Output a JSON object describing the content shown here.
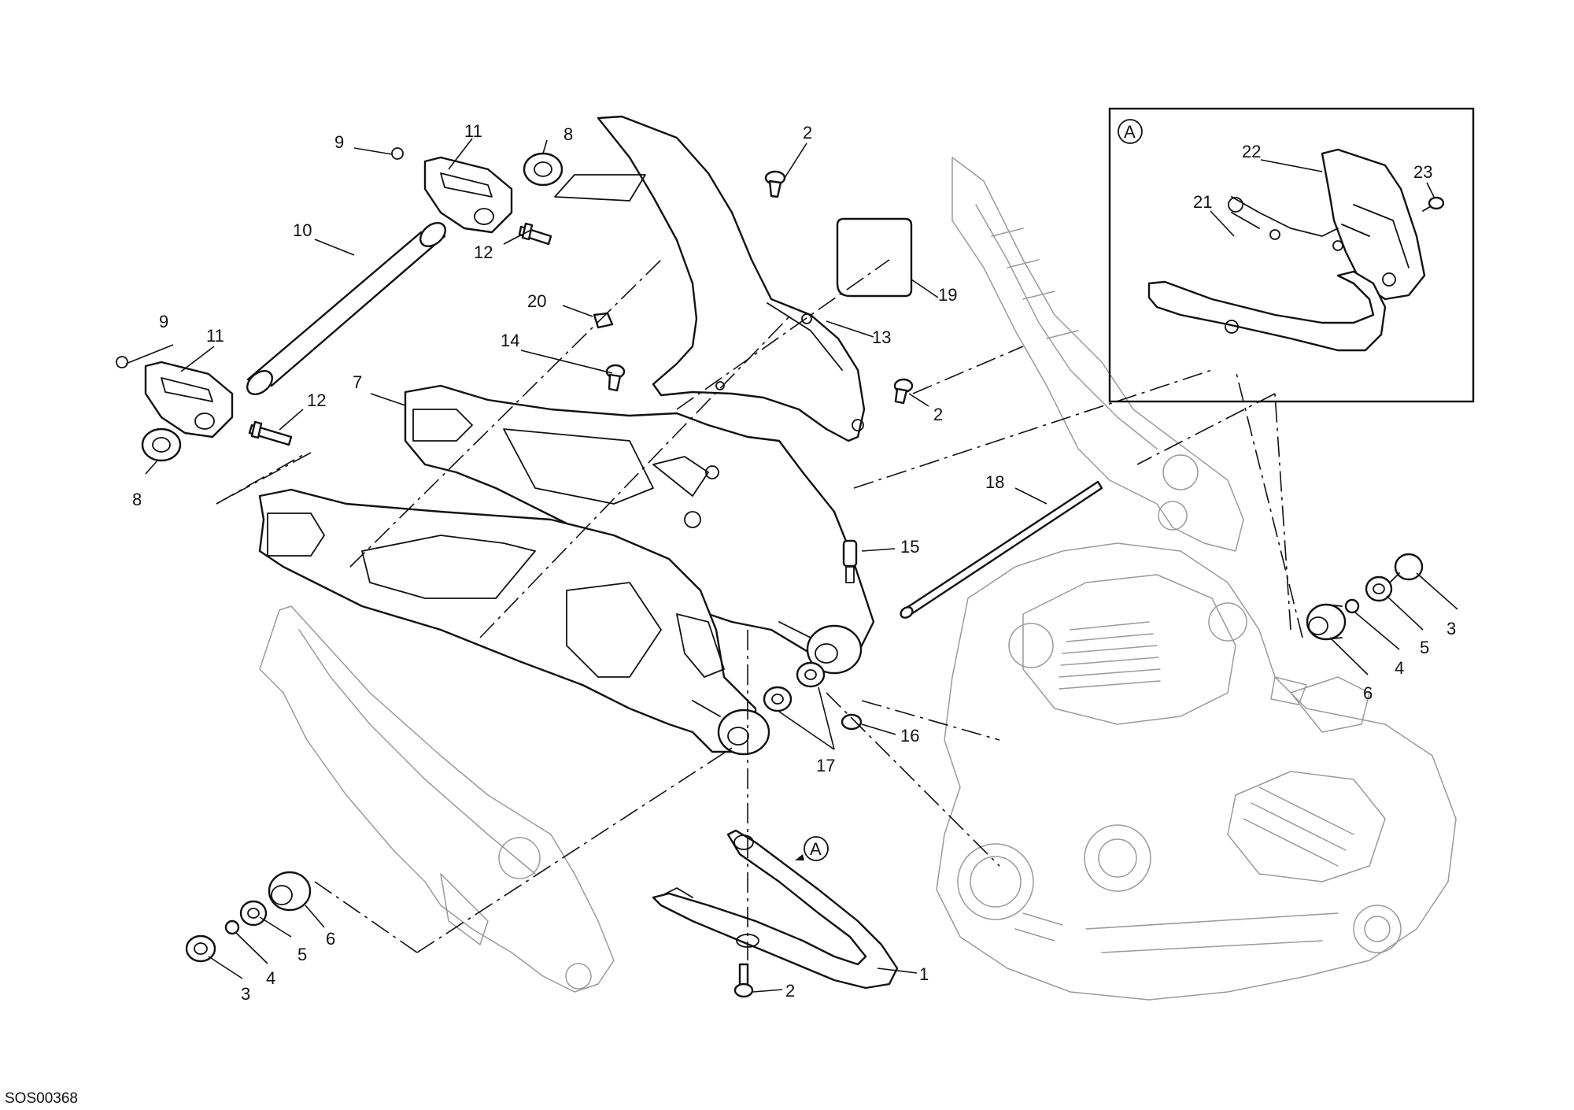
{
  "drawing": {
    "reference_code": "SOS00368",
    "detail_marker": "A"
  },
  "callouts": [
    {
      "id": "c1",
      "label": "1"
    },
    {
      "id": "c2a",
      "label": "2"
    },
    {
      "id": "c2b",
      "label": "2"
    },
    {
      "id": "c2c",
      "label": "2"
    },
    {
      "id": "c3a",
      "label": "3"
    },
    {
      "id": "c3b",
      "label": "3"
    },
    {
      "id": "c4a",
      "label": "4"
    },
    {
      "id": "c4b",
      "label": "4"
    },
    {
      "id": "c5a",
      "label": "5"
    },
    {
      "id": "c5b",
      "label": "5"
    },
    {
      "id": "c6a",
      "label": "6"
    },
    {
      "id": "c6b",
      "label": "6"
    },
    {
      "id": "c7",
      "label": "7"
    },
    {
      "id": "c8a",
      "label": "8"
    },
    {
      "id": "c8b",
      "label": "8"
    },
    {
      "id": "c9a",
      "label": "9"
    },
    {
      "id": "c9b",
      "label": "9"
    },
    {
      "id": "c10",
      "label": "10"
    },
    {
      "id": "c11a",
      "label": "11"
    },
    {
      "id": "c11b",
      "label": "11"
    },
    {
      "id": "c12a",
      "label": "12"
    },
    {
      "id": "c12b",
      "label": "12"
    },
    {
      "id": "c13",
      "label": "13"
    },
    {
      "id": "c14",
      "label": "14"
    },
    {
      "id": "c15",
      "label": "15"
    },
    {
      "id": "c16",
      "label": "16"
    },
    {
      "id": "c17",
      "label": "17"
    },
    {
      "id": "c18",
      "label": "18"
    },
    {
      "id": "c19",
      "label": "19"
    },
    {
      "id": "c20",
      "label": "20"
    },
    {
      "id": "c21",
      "label": "21"
    },
    {
      "id": "c22",
      "label": "22"
    },
    {
      "id": "c23",
      "label": "23"
    }
  ]
}
